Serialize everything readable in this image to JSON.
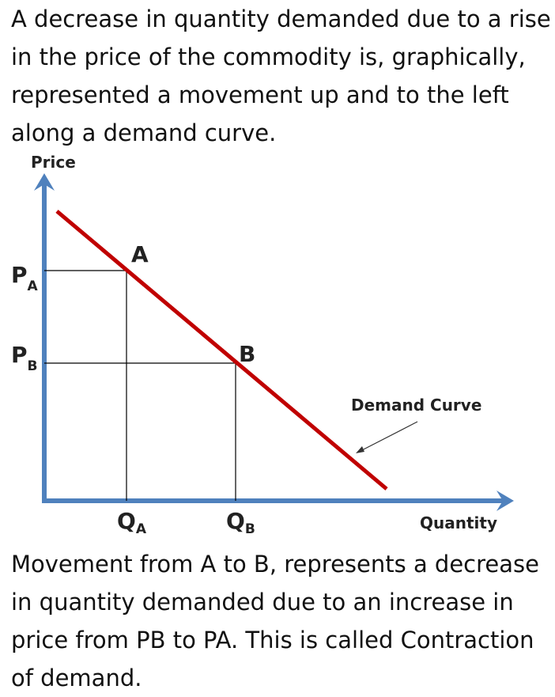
{
  "intro_text": "A decrease in quantity demanded due to a rise in the price of the commodity is, graphically, represented a movement up and to the left along a demand curve.",
  "outro_text": "Movement from A to B, represents a decrease in quantity demanded due to an increase in price from PB to PA. This is called Contraction of demand.",
  "diagram": {
    "y_axis_label": "Price",
    "x_axis_label": "Quantity",
    "curve_label": "Demand Curve",
    "point_a_label": "A",
    "point_b_label": "B",
    "price_a": {
      "main": "P",
      "sub": "A"
    },
    "price_b": {
      "main": "P",
      "sub": "B"
    },
    "qty_a": {
      "main": "Q",
      "sub": "A"
    },
    "qty_b": {
      "main": "Q",
      "sub": "B"
    },
    "colors": {
      "axis": "#4f81bd",
      "curve": "#c00000",
      "guide": "#000000",
      "text": "#222222"
    }
  }
}
